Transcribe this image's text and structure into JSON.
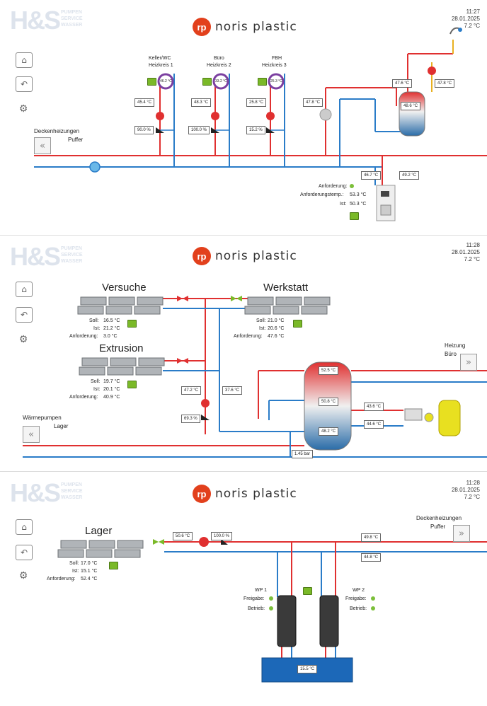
{
  "brand": {
    "hs_main": "H&S",
    "hs_line1": "PUMPEN",
    "hs_line2": "SERVICE",
    "hs_line3": "WASSER",
    "logo_mark": "rp",
    "logo_text": "noris plastic"
  },
  "colors": {
    "hot": "#e03030",
    "cold": "#2a7cc8",
    "accent": "#e2401c",
    "ok": "#7ab928"
  },
  "panel1": {
    "time": "11:27",
    "date": "28.01.2025",
    "temp": "7.2 °C",
    "nav": {
      "home": "home-icon",
      "back": "back-icon",
      "settings": "settings-icon"
    },
    "left_label_1": "Deckenheizungen",
    "left_label_2": "Puffer",
    "circuits": [
      {
        "name1": "Keller/WC",
        "name2": "Heizkreis 1",
        "ring": "46.2 °C",
        "flow": "45.4 °C",
        "valve": "90.0 %"
      },
      {
        "name1": "Büro",
        "name2": "Heizkreis 2",
        "ring": "33.2 °C",
        "flow": "48.3 °C",
        "valve": "100.0 %"
      },
      {
        "name1": "FBH",
        "name2": "Heizkreis 3",
        "ring": "25.3 °C",
        "flow": "25.8 °C",
        "valve": "15.2 %"
      }
    ],
    "mix_temp": "47.8 °C",
    "tank_temp": "48.6 °C",
    "shower_left": "47.6 °C",
    "shower_right": "47.8 °C",
    "line_temp_left": "46.7 °C",
    "line_temp_right": "49.2 °C",
    "boiler": {
      "anf_label": "Anforderung:",
      "anf_temp_label": "Anforderungstemp.:",
      "anf_temp": "53.3 °C",
      "ist_label": "Ist:",
      "ist": "50.3 °C"
    }
  },
  "panel2": {
    "time": "11:28",
    "date": "28.01.2025",
    "temp": "7.2 °C",
    "left_label_1": "Wärmepumpen",
    "left_label_2": "Lager",
    "right_label_1": "Heizung",
    "right_label_2": "Büro",
    "versuche": {
      "title": "Versuche",
      "soll_label": "Soll:",
      "soll": "16.5 °C",
      "ist_label": "Ist:",
      "ist": "21.2 °C",
      "anf_label": "Anforderung:",
      "anf": "3.0 °C"
    },
    "werkstatt": {
      "title": "Werkstatt",
      "soll_label": "Soll:",
      "soll": "21.0 °C",
      "ist_label": "Ist:",
      "ist": "20.6 °C",
      "anf_label": "Anforderung:",
      "anf": "47.6 °C"
    },
    "extrusion": {
      "title": "Extrusion",
      "soll_label": "Soll:",
      "soll": "19.7 °C",
      "ist_label": "Ist:",
      "ist": "20.1 °C",
      "anf_label": "Anforderung:",
      "anf": "40.9 °C"
    },
    "pump_left": "47.2 °C",
    "pump_right": "37.6 °C",
    "valve": "69.3 %",
    "tank_top": "52.5 °C",
    "tank_mid": "50.8 °C",
    "tank_bot": "48.2 °C",
    "hx_hot": "43.6 °C",
    "hx_cold": "44.6 °C",
    "pressure": "1.45 bar"
  },
  "panel3": {
    "time": "11:28",
    "date": "28.01.2025",
    "temp": "7.2 °C",
    "right_label_1": "Deckenheizungen",
    "right_label_2": "Puffer",
    "lager": {
      "title": "Lager",
      "soll_label": "Soll:",
      "soll": "17.0 °C",
      "ist_label": "Ist:",
      "ist": "15.1 °C",
      "anf_label": "Anforderung:",
      "anf": "52.4 °C"
    },
    "flow_temp": "50.6 °C",
    "valve": "100.0 %",
    "line_hot": "49.8 °C",
    "line_cold": "44.8 °C",
    "wp1": {
      "name": "WP 1",
      "freigabe_label": "Freigabe:",
      "betrieb_label": "Betrieb:"
    },
    "wp2": {
      "name": "WP 2",
      "freigabe_label": "Freigabe:",
      "betrieb_label": "Betrieb:"
    },
    "pool_temp": "15.5 °C"
  }
}
